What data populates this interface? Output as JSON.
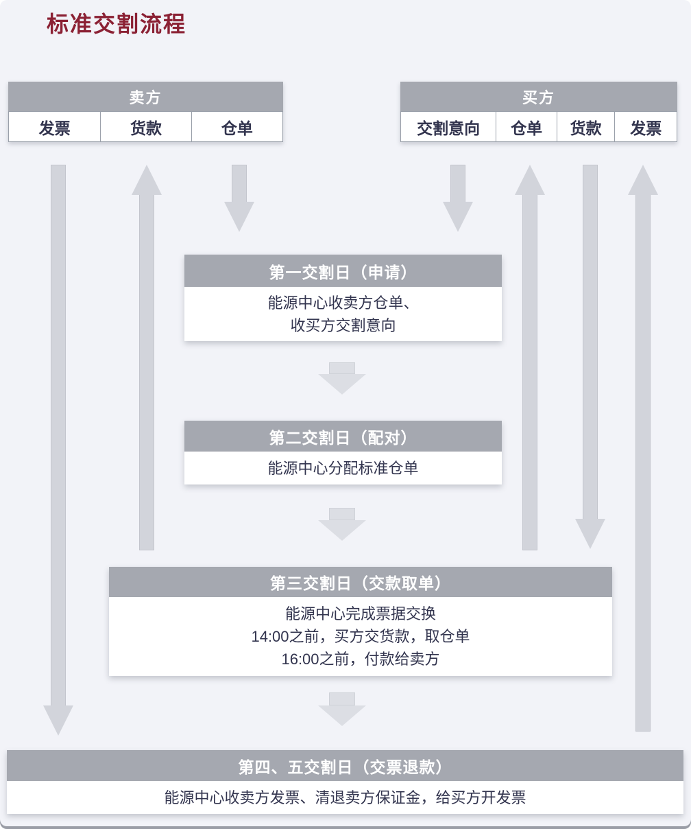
{
  "page": {
    "title": "标准交割流程"
  },
  "seller": {
    "title": "卖方",
    "items": [
      "发票",
      "货款",
      "仓单"
    ]
  },
  "buyer": {
    "title": "买方",
    "items": [
      "交割意向",
      "仓单",
      "货款",
      "发票"
    ]
  },
  "steps": [
    {
      "title": "第一交割日（申请）",
      "lines": [
        "能源中心收卖方仓单、",
        "收买方交割意向"
      ]
    },
    {
      "title": "第二交割日（配对）",
      "lines": [
        "能源中心分配标准仓单"
      ]
    },
    {
      "title": "第三交割日（交款取单）",
      "lines": [
        "能源中心完成票据交换",
        "14:00之前，买方交货款，取仓单",
        "16:00之前，付款给卖方"
      ]
    },
    {
      "title": "第四、五交割日（交票退款）",
      "lines": [
        "能源中心收卖方发票、清退卖方保证金，给买方开发票"
      ]
    }
  ],
  "arrows": [
    {
      "name": "seller-invoice",
      "label": "发票",
      "direction": "down"
    },
    {
      "name": "seller-payment",
      "label": "货款",
      "direction": "up"
    },
    {
      "name": "seller-warrant",
      "label": "仓单",
      "direction": "down"
    },
    {
      "name": "buyer-intention",
      "label": "交割意向",
      "direction": "down"
    },
    {
      "name": "buyer-warrant",
      "label": "仓单",
      "direction": "up"
    },
    {
      "name": "buyer-payment",
      "label": "货款",
      "direction": "down"
    },
    {
      "name": "buyer-invoice",
      "label": "发票",
      "direction": "up"
    }
  ],
  "colors": {
    "title": "#8b2134",
    "header_bar": "#a5a8b0",
    "header_text": "#ffffff",
    "body_text": "#32344e",
    "arrow_fill": "#d2d4db",
    "connector_fill": "#dcdee4",
    "background": "#f2f3f8"
  }
}
